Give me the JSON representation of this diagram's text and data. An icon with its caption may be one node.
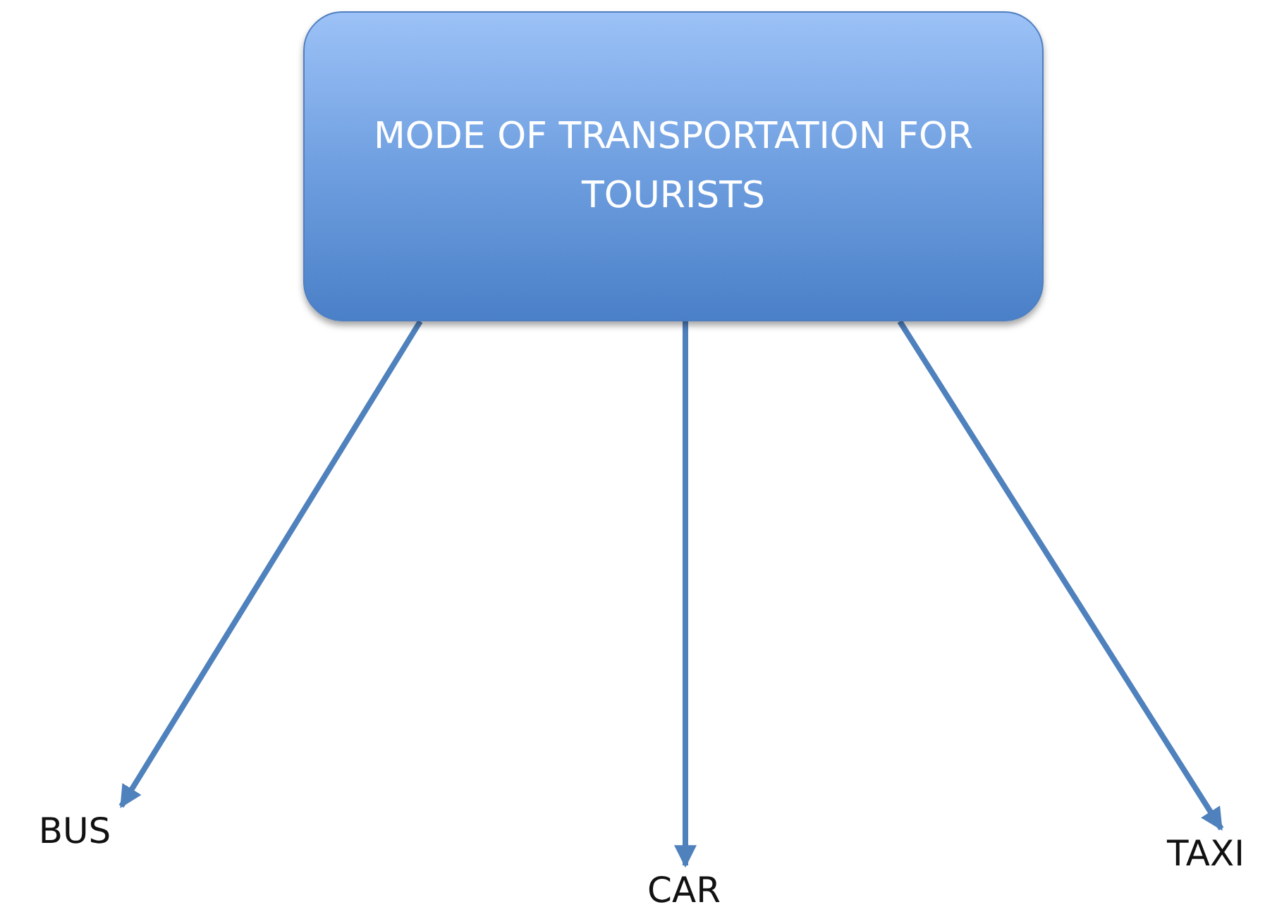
{
  "diagram": {
    "nodes": [
      {
        "text": [
          "MODE OF TRANSPORTATION FOR TOURISTS"
        ]
      },
      {
        "text": [
          "BUS"
        ]
      },
      {
        "text": [
          "CAR"
        ]
      },
      {
        "text": [
          "TAXI"
        ]
      }
    ],
    "edges": [
      {
        "from": 0,
        "to": 1,
        "arrow": "to"
      },
      {
        "from": 0,
        "to": 2,
        "arrow": "to"
      },
      {
        "from": 0,
        "to": 3,
        "arrow": "to"
      }
    ]
  }
}
